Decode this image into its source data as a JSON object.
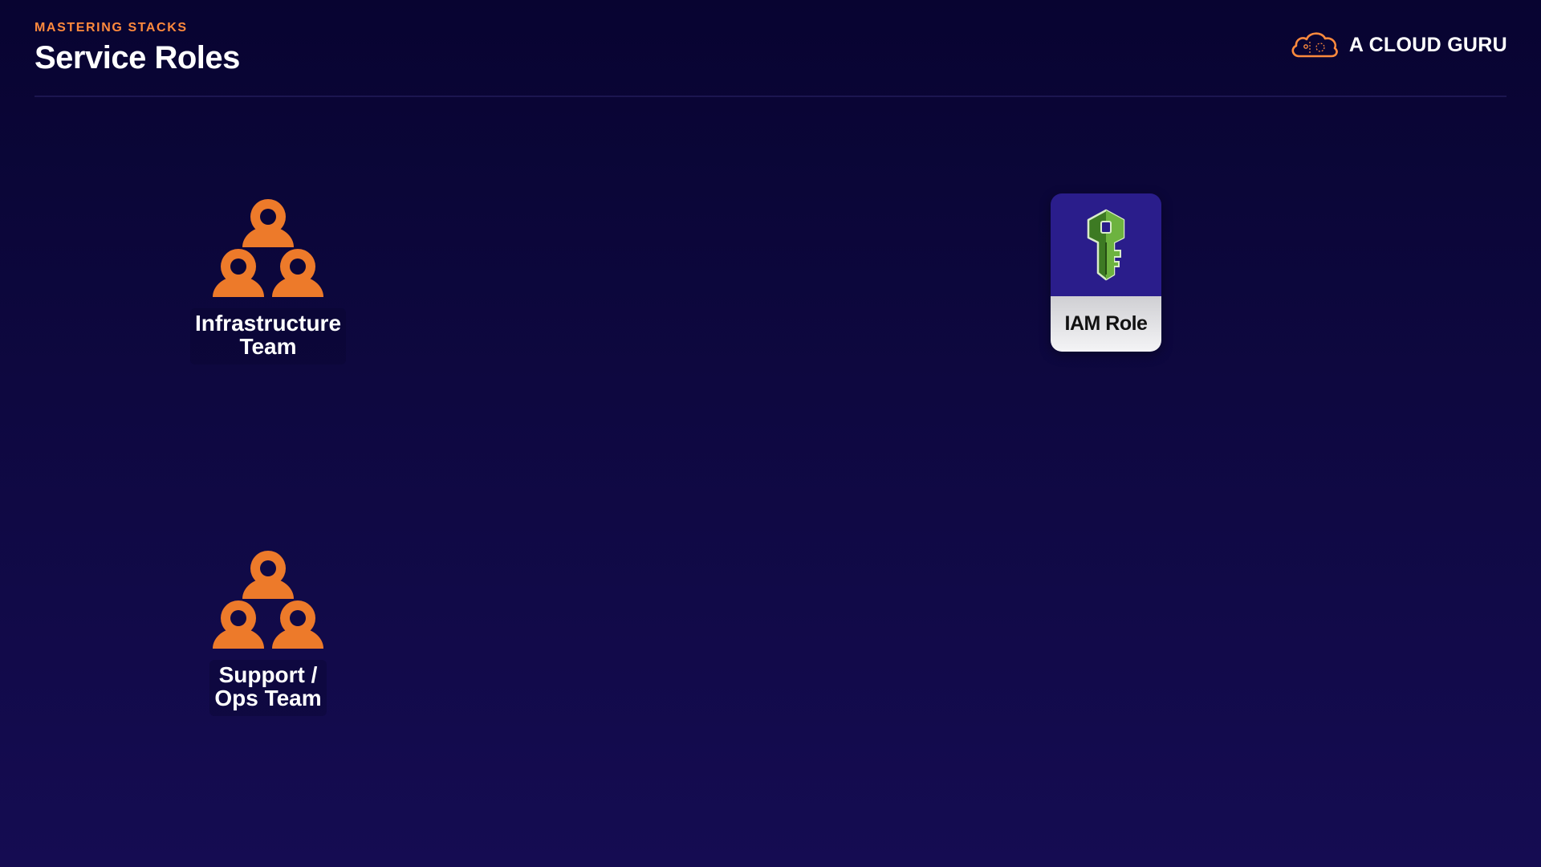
{
  "header": {
    "subtitle": "MASTERING STACKS",
    "title": "Service Roles"
  },
  "brand": {
    "name": "A CLOUD GURU",
    "icon": "cloud-logo-icon",
    "color": "#ff8a3d"
  },
  "diagram": {
    "teams": [
      {
        "label": "Infrastructure Team",
        "lines": [
          "Infrastructure",
          "Team"
        ],
        "icon": "users-group-icon"
      },
      {
        "label": "Support / Ops Team",
        "lines": [
          "Support /",
          "Ops Team"
        ],
        "icon": "users-group-icon"
      }
    ],
    "iam": {
      "label": "IAM Role",
      "icon": "key-icon"
    }
  },
  "colors": {
    "accent": "#ff8a3d",
    "people": "#ed7a2a",
    "background_top": "#080431",
    "background_bottom": "#150c52",
    "iam_card_top": "#2a1d8b",
    "key_green": "#5aa035"
  }
}
